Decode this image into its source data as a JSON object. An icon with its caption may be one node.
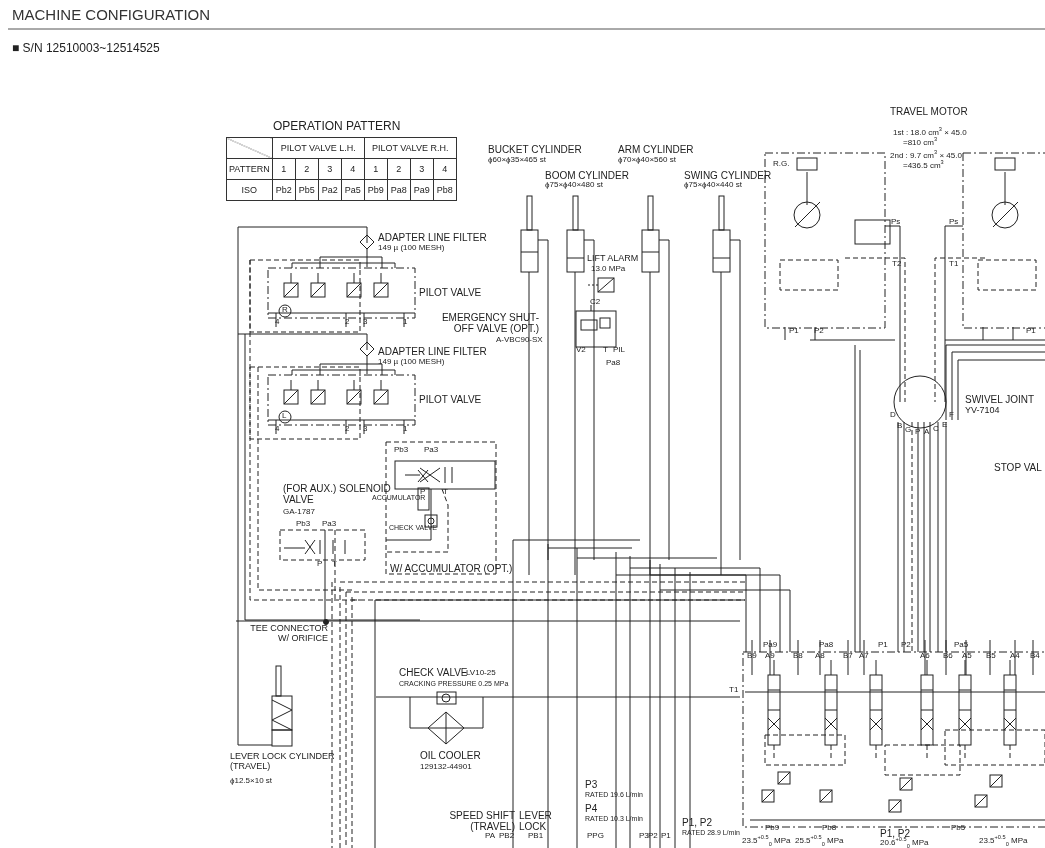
{
  "diagram": {
    "title": "MACHINE CONFIGURATION",
    "labels": [
      "■ S/N 12510003~12514525",
      "OPERATION PATTERN",
      "PILOT VALVE L.H.",
      "PILOT VALVE R.H.",
      "PATTERN",
      "1",
      "2",
      "3",
      "4",
      "1",
      "2",
      "3",
      "4",
      "ISO",
      "Pb2",
      "Pb5",
      "Pa2",
      "Pa5",
      "Pb9",
      "Pa8",
      "Pa9",
      "Pb8",
      "BUCKET CYLINDER",
      "ϕ60×ϕ35×465 st",
      "ARM CYLINDER",
      "ϕ70×ϕ40×560 st",
      "BOOM CYLINDER",
      "ϕ75×ϕ40×480 st",
      "SWING CYLINDER",
      "ϕ75×ϕ40×440 st",
      "TRAVEL MOTOR",
      "1st : 18.0 cm$^{3}$ × 45.0",
      "=810 cm$^{3}$",
      "2nd : 9.7 cm$^{3}$ × 45.0",
      "=436.5 cm$^{3}$",
      "ADAPTER LINE FILTER",
      "149 µ (100 MESH)",
      "PILOT VALVE",
      "LIFT ALARM",
      "13.0 MPa",
      "EMERGENCY SHUT- OFF VALVE (OPT.)",
      "A-VBC90-SX",
      "ADAPTER LINE FILTER",
      "149 µ (100 MESH)",
      "PILOT VALVE",
      "SWIVEL JOINT",
      "YV-7104",
      "STOP VAL",
      "(FOR AUX.) SOLENOID VALVE",
      "GA-1787",
      "ACCUMULATOR",
      "CHECK VALVE",
      "W/ ACCUMULATOR (OPT.)",
      "TEE CONNECTOR W/ ORIFICE",
      "CHECK VALVE",
      "LV10-25",
      "CRACKING PRESSURE 0.25 MPa",
      "OIL COOLER",
      "129132-44901",
      "LEVER LOCK CYLINDER (TRAVEL)",
      "ϕ12.5×10 st",
      "P3",
      "RATED 19.6 L/min",
      "P4",
      "RATED 10.3 L/min",
      "SPEED SHIFT (TRAVEL)",
      "LEVER LOCK",
      "P1, P2",
      "RATED 28.9 L/min",
      "23.5$^{+0.5}$$_{0}$ MPa",
      "25.5$^{+0.5}$$_{0}$ MPa",
      "P1, P2",
      "20.6$^{+0.5}$$_{0}$ MPa",
      "23.5$^{+0.5}$$_{0}$ MPa",
      "R.G.",
      "R",
      "4",
      "2",
      "3",
      "1",
      "L",
      "4",
      "2",
      "3",
      "1",
      "C2",
      "V2",
      "T",
      "PIL",
      "Pa8",
      "Ps",
      "Ps",
      "T2",
      "T1",
      "P1",
      "P2",
      "P1",
      "D",
      "B",
      "G",
      "P",
      "A",
      "C",
      "E",
      "F",
      "Pb3",
      "Pa3",
      "P",
      "T",
      "Pb3",
      "Pa3",
      "P",
      "T",
      "Pa9",
      "Pa8",
      "P1",
      "P2",
      "Pa5",
      "B9",
      "A9",
      "B8",
      "A8",
      "B7",
      "A7",
      "A6",
      "B6",
      "A5",
      "B5",
      "A4",
      "B4",
      "T1",
      "Pb9",
      "Pb8",
      "Pb5",
      "PA",
      "PB2",
      "PB1",
      "PPG",
      "P3",
      "P2",
      "P1"
    ]
  }
}
